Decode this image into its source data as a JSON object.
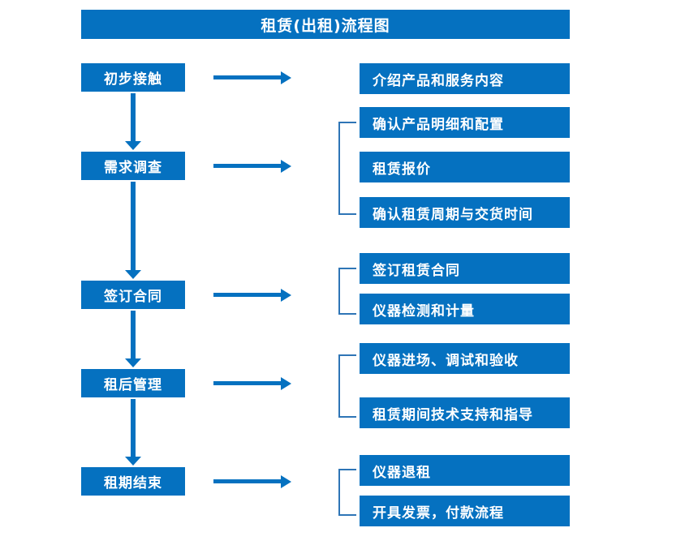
{
  "diagram": {
    "title": "租赁(出租)流程图",
    "accent_color": "#0571c0",
    "bracket_color": "#2e75b6",
    "text_color": "#ffffff",
    "background_color": "#ffffff"
  },
  "stages": [
    {
      "label": "初步接触"
    },
    {
      "label": "需求调查"
    },
    {
      "label": "签订合同"
    },
    {
      "label": "租后管理"
    },
    {
      "label": "租期结束"
    }
  ],
  "details": [
    {
      "label": "介绍产品和服务内容"
    },
    {
      "label": "确认产品明细和配置"
    },
    {
      "label": "租赁报价"
    },
    {
      "label": "确认租赁周期与交货时间"
    },
    {
      "label": "签订租赁合同"
    },
    {
      "label": "仪器检测和计量"
    },
    {
      "label": "仪器进场、调试和验收"
    },
    {
      "label": "租赁期间技术支持和指导"
    },
    {
      "label": "仪器退租"
    },
    {
      "label": "开具发票，付款流程"
    }
  ]
}
